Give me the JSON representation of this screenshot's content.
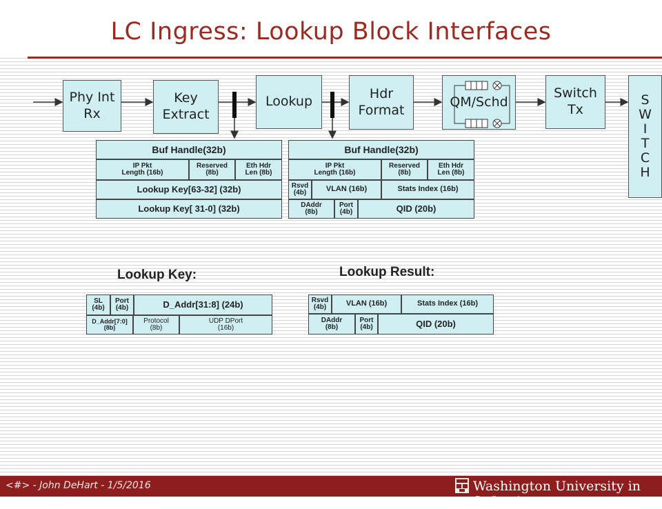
{
  "title": "LC Ingress: Lookup Block Interfaces",
  "footer": {
    "text": "<#> - John DeHart - 1/5/2016",
    "university": "Washington University in St.Louis"
  },
  "blocks": {
    "phy": "Phy Int\nRx",
    "key": "Key\nExtract",
    "lookup": "Lookup",
    "hdr": "Hdr\nFormat",
    "qm": "QM/Schd",
    "switch_tx": "Switch\nTx",
    "switch": "S\nW\nI\nT\nC\nH"
  },
  "left_interface": {
    "buf": "Buf Handle(32b)",
    "ip_len": "IP Pkt\nLength (16b)",
    "reserved": "Reserved\n(8b)",
    "eth": "Eth Hdr\nLen (8b)",
    "key_hi": "Lookup Key[63-32] (32b)",
    "key_lo": "Lookup Key[ 31-0] (32b)"
  },
  "right_interface": {
    "buf": "Buf Handle(32b)",
    "ip_len": "IP Pkt\nLength (16b)",
    "reserved": "Reserved\n(8b)",
    "eth": "Eth Hdr\nLen (8b)",
    "rsvd": "Rsvd\n(4b)",
    "vlan": "VLAN (16b)",
    "stats": "Stats Index (16b)",
    "daddr": "DAddr\n(8b)",
    "port": "Port\n(4b)",
    "qid": "QID (20b)"
  },
  "lookup_key": {
    "label": "Lookup Key:",
    "sl": "SL\n(4b)",
    "port": "Port\n(4b)",
    "daddr_hi": "D_Addr[31:8] (24b)",
    "daddr_lo": "D_Addr[7:0]\n(8b)",
    "protocol": "Protocol\n(8b)",
    "udp": "UDP DPort\n(16b)"
  },
  "lookup_result": {
    "label": "Lookup Result:",
    "rsvd": "Rsvd\n(4b)",
    "vlan": "VLAN (16b)",
    "stats": "Stats Index (16b)",
    "daddr": "DAddr\n(8b)",
    "port": "Port\n(4b)",
    "qid": "QID (20b)"
  }
}
